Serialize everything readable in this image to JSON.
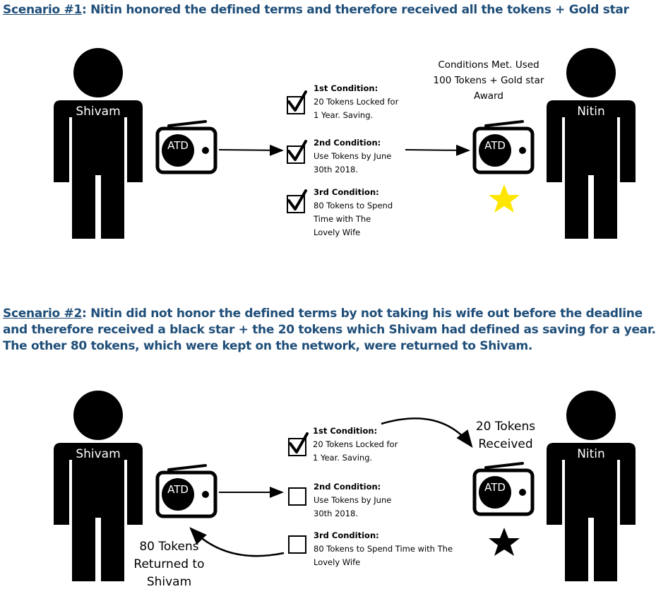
{
  "scenario1": {
    "tag": "Scenario #1",
    "text": ": Nitin honored the defined terms and therefore received all the tokens + Gold star",
    "sender": "Shivam",
    "receiver": "Nitin",
    "radio_label_left": "ATD",
    "radio_label_right": "ATD",
    "conditions": [
      {
        "title": "1st Condition:",
        "body": "20 Tokens Locked for 1 Year. Saving.",
        "checked": true
      },
      {
        "title": "2nd Condition:",
        "body": "Use Tokens by June 30th 2018.",
        "checked": true
      },
      {
        "title": "3rd Condition:",
        "body": "80 Tokens to Spend Time with The Lovely Wife",
        "checked": true
      }
    ],
    "result_note": "Conditions Met. Used 100 Tokens + Gold star Award",
    "star_color": "#ffe600"
  },
  "scenario2": {
    "tag": "Scenario #2",
    "text_lines": [
      ": Nitin did not honor the defined terms by not taking his wife out before the deadline",
      "and therefore received a black star + the 20 tokens which Shivam had defined as saving for a year.",
      "The other 80 tokens, which were kept on the network, were returned to Shivam."
    ],
    "sender": "Shivam",
    "receiver": "Nitin",
    "radio_label_left": "ATD",
    "radio_label_right": "ATD",
    "conditions": [
      {
        "title": "1st Condition:",
        "body": "20 Tokens Locked for 1 Year. Saving.",
        "checked": true
      },
      {
        "title": "2nd Condition:",
        "body": "Use Tokens by June 30th 2018.",
        "checked": false
      },
      {
        "title": "3rd Condition:",
        "body": "80 Tokens to Spend Time with The Lovely Wife",
        "checked": false
      }
    ],
    "received_note": "20 Tokens Received",
    "returned_note": "80 Tokens Returned to Shivam",
    "star_color": "#000000"
  },
  "colors": {
    "heading": "#1f4e79",
    "figure": "#000000"
  }
}
